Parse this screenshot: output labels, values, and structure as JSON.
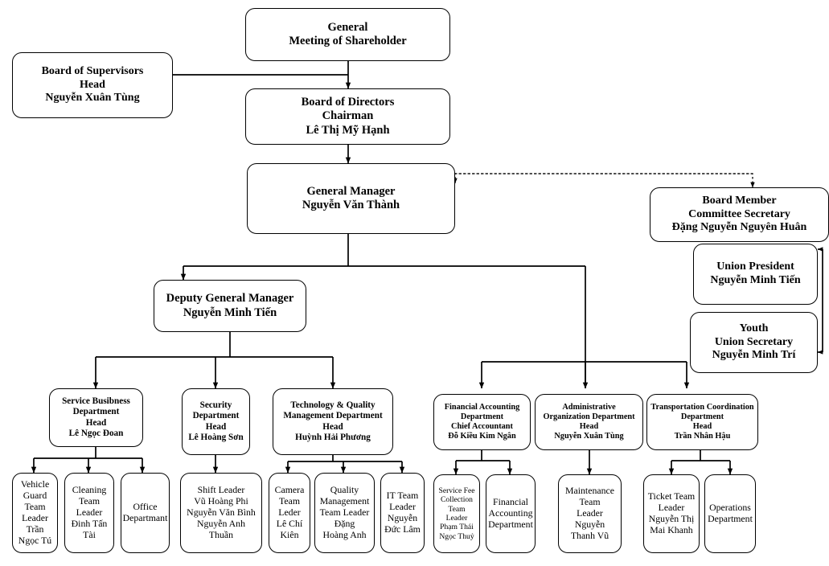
{
  "diagram": {
    "title": "Organizational Chart",
    "background_color": "#ffffff",
    "line_color": "#000000"
  },
  "nodes": {
    "general_meeting": "General\nMeeting of Shareholder",
    "board_supervisors": "Board of Supervisors\nHead\nNguyễn Xuân Tùng",
    "board_directors": "Board of Directors\nChairman\nLê Thị Mỹ Hạnh",
    "general_manager": "General Manager\nNguyễn Văn Thành",
    "board_member": "Board Member\nCommittee Secretary\nĐặng Nguyễn Nguyên Huân",
    "union_president": "Union President\nNguyễn Minh Tiến",
    "youth_union": "Youth\nUnion Secretary\nNguyễn Minh Trí",
    "deputy_general_manager": "Deputy General Manager\nNguyễn Minh Tiến",
    "service_business": "Service Busibness\nDepartment\nHead\nLê Ngọc Đoan",
    "security_dept": "Security\nDepartment\nHead\nLê Hoàng Sơn",
    "tech_quality": "Technology & Quality\nManagement Department\nHead\nHuỳnh Hải Phương",
    "financial_accounting": "Financial Accounting\nDepartment\nChief Accountant\nĐỗ Kiều Kim Ngân",
    "administrative_org": "Administrative\nOrganization Department\nHead\nNguyễn Xuân Tùng",
    "transportation": "Transportation Coordination\nDepartment\nHead\nTrần Nhân Hậu",
    "vehicle_guard": "Vehicle\nGuard\nTeam\nLeader\nTrần\nNgọc Tú",
    "cleaning_team": "Cleaning\nTeam\nLeader\nĐinh Tấn\nTài",
    "office_department": "Office\nDepartmant",
    "shift_leader": "Shift Leader\nVũ Hoàng Phi\nNguyễn Văn Bình\nNguyễn Anh Thuần",
    "camera_team": "Camera\nTeam\nLeder\nLê Chí\nKiên",
    "quality_mgmt_team": "Quality\nManagement\nTeam Leader\nĐặng\nHoàng Anh",
    "it_team": "IT Team\nLeader\nNguyễn\nĐức Lâm",
    "service_fee": "Service Fee\nCollection\nTeam\nLeader\nPhạm Thái\nNgọc Thuỷ",
    "financial_acc_dept": "Financial\nAccounting\nDepartment",
    "maintenance_team": "Maintenance\nTeam\nLeader\nNguyễn\nThanh Vũ",
    "ticket_team": "Ticket Team\nLeader\nNguyễn Thị\nMai Khanh",
    "operations_dept": "Operations\nDepartment"
  }
}
